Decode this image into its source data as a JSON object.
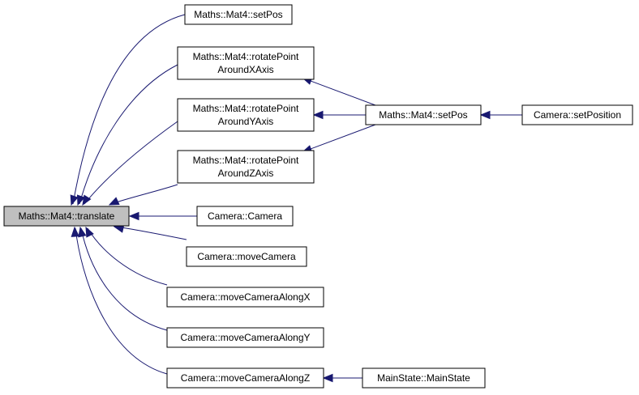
{
  "graph": {
    "title": "",
    "edge_color": "#191970",
    "root_fill": "#bfbfbf",
    "nodes": {
      "translate": [
        "Maths::Mat4::translate"
      ],
      "setpos_a": [
        "Maths::Mat4::setPos"
      ],
      "rot_x": [
        "Maths::Mat4::rotatePoint",
        "AroundXAxis"
      ],
      "rot_y": [
        "Maths::Mat4::rotatePoint",
        "AroundYAxis"
      ],
      "rot_z": [
        "Maths::Mat4::rotatePoint",
        "AroundZAxis"
      ],
      "setpos_b": [
        "Maths::Mat4::setPos"
      ],
      "cam_setposition": [
        "Camera::setPosition"
      ],
      "cam_ctor": [
        "Camera::Camera"
      ],
      "cam_move": [
        "Camera::moveCamera"
      ],
      "cam_move_x": [
        "Camera::moveCameraAlongX"
      ],
      "cam_move_y": [
        "Camera::moveCameraAlongY"
      ],
      "cam_move_z": [
        "Camera::moveCameraAlongZ"
      ],
      "mainstate": [
        "MainState::MainState"
      ]
    },
    "edges": [
      {
        "from": "setpos_a",
        "to": "translate"
      },
      {
        "from": "rot_x",
        "to": "translate"
      },
      {
        "from": "rot_y",
        "to": "translate"
      },
      {
        "from": "rot_z",
        "to": "translate"
      },
      {
        "from": "cam_ctor",
        "to": "translate"
      },
      {
        "from": "cam_move",
        "to": "translate"
      },
      {
        "from": "cam_move_x",
        "to": "translate"
      },
      {
        "from": "cam_move_y",
        "to": "translate"
      },
      {
        "from": "cam_move_z",
        "to": "translate"
      },
      {
        "from": "setpos_b",
        "to": "rot_x"
      },
      {
        "from": "setpos_b",
        "to": "rot_y"
      },
      {
        "from": "setpos_b",
        "to": "rot_z"
      },
      {
        "from": "cam_setposition",
        "to": "setpos_b"
      },
      {
        "from": "mainstate",
        "to": "cam_move_z"
      }
    ]
  }
}
